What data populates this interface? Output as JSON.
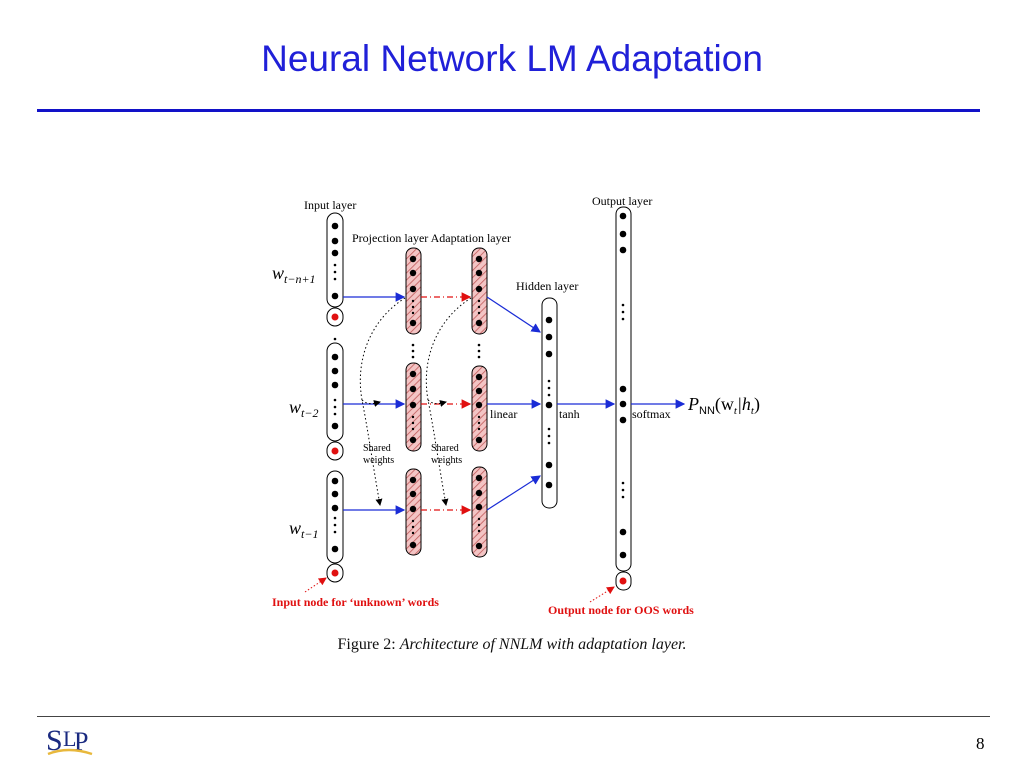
{
  "slide": {
    "title": "Neural Network LM Adaptation",
    "page_number": "8",
    "logo": {
      "icon": "slp-logo-icon",
      "text": "SLP"
    }
  },
  "figure": {
    "labels": {
      "input_layer": "Input layer",
      "projection_adaptation": "Projection layer Adaptation layer",
      "hidden_layer": "Hidden layer",
      "output_layer": "Output layer",
      "linear": "linear",
      "tanh": "tanh",
      "softmax": "softmax",
      "shared_weights_1a": "Shared",
      "shared_weights_1b": "weights",
      "shared_weights_2a": "Shared",
      "shared_weights_2b": "weights",
      "input_unknown": "Input node for ‘unknown’ words",
      "output_oos": "Output node for OOS words"
    },
    "inputs": [
      {
        "base": "w",
        "sub": "t−n+1"
      },
      {
        "base": "w",
        "sub": "t−2"
      },
      {
        "base": "w",
        "sub": "t−1"
      }
    ],
    "output_expr": {
      "p": "P",
      "nn": "NN",
      "rest": "(w",
      "sub": "t",
      "mid": "|h",
      "sub2": "t",
      "end": ")"
    },
    "caption_prefix": "Figure 2:",
    "caption_text": "Architecture of NNLM with adaptation layer.",
    "colors": {
      "title": "#2020d8",
      "rule": "#1212c8",
      "arrow": "#1a2cd6",
      "special": "#e01010",
      "hatch": "#d88a8a"
    }
  }
}
